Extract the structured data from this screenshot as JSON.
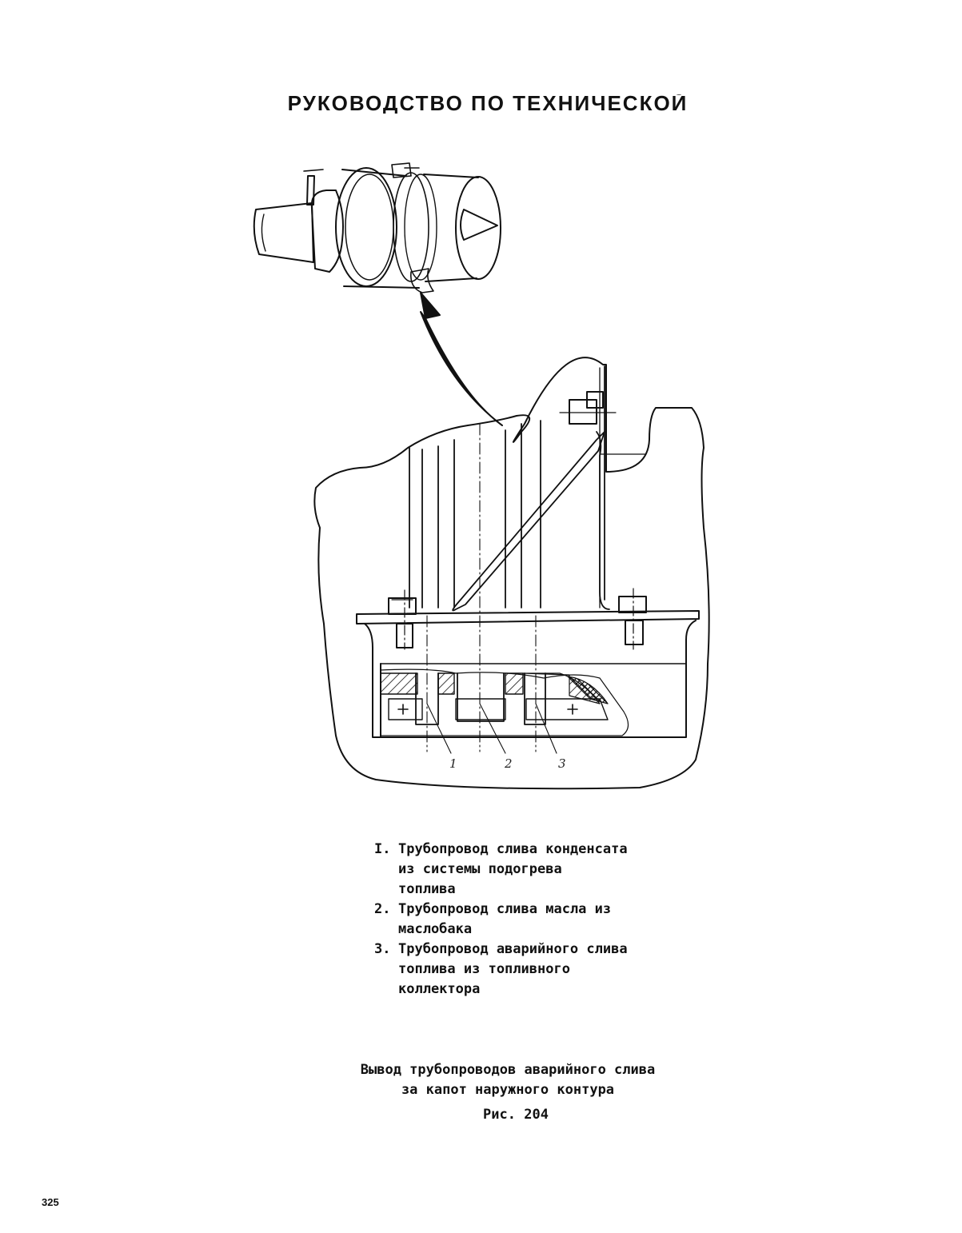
{
  "header": {
    "title": "РУКОВОДСТВО ПО ТЕХНИЧЕСКОЙ ЭКСПЛУАТАЦИИ"
  },
  "figure": {
    "callouts": [
      "1",
      "2",
      "3"
    ]
  },
  "legend": {
    "items": [
      {
        "num": "I.",
        "text": "Трубопровод слива конденсата\nиз системы подогрева\nтоплива"
      },
      {
        "num": "2.",
        "text": "Трубопровод слива масла из\nмаслобака"
      },
      {
        "num": "3.",
        "text": "Трубопровод аварийного слива\nтоплива из топливного\nколлектора"
      }
    ]
  },
  "caption": {
    "line1": "Вывод трубопроводов аварийного слива",
    "line2": "за капот наружного контура",
    "figure_number": "Рис. 204"
  },
  "page_number": "325"
}
